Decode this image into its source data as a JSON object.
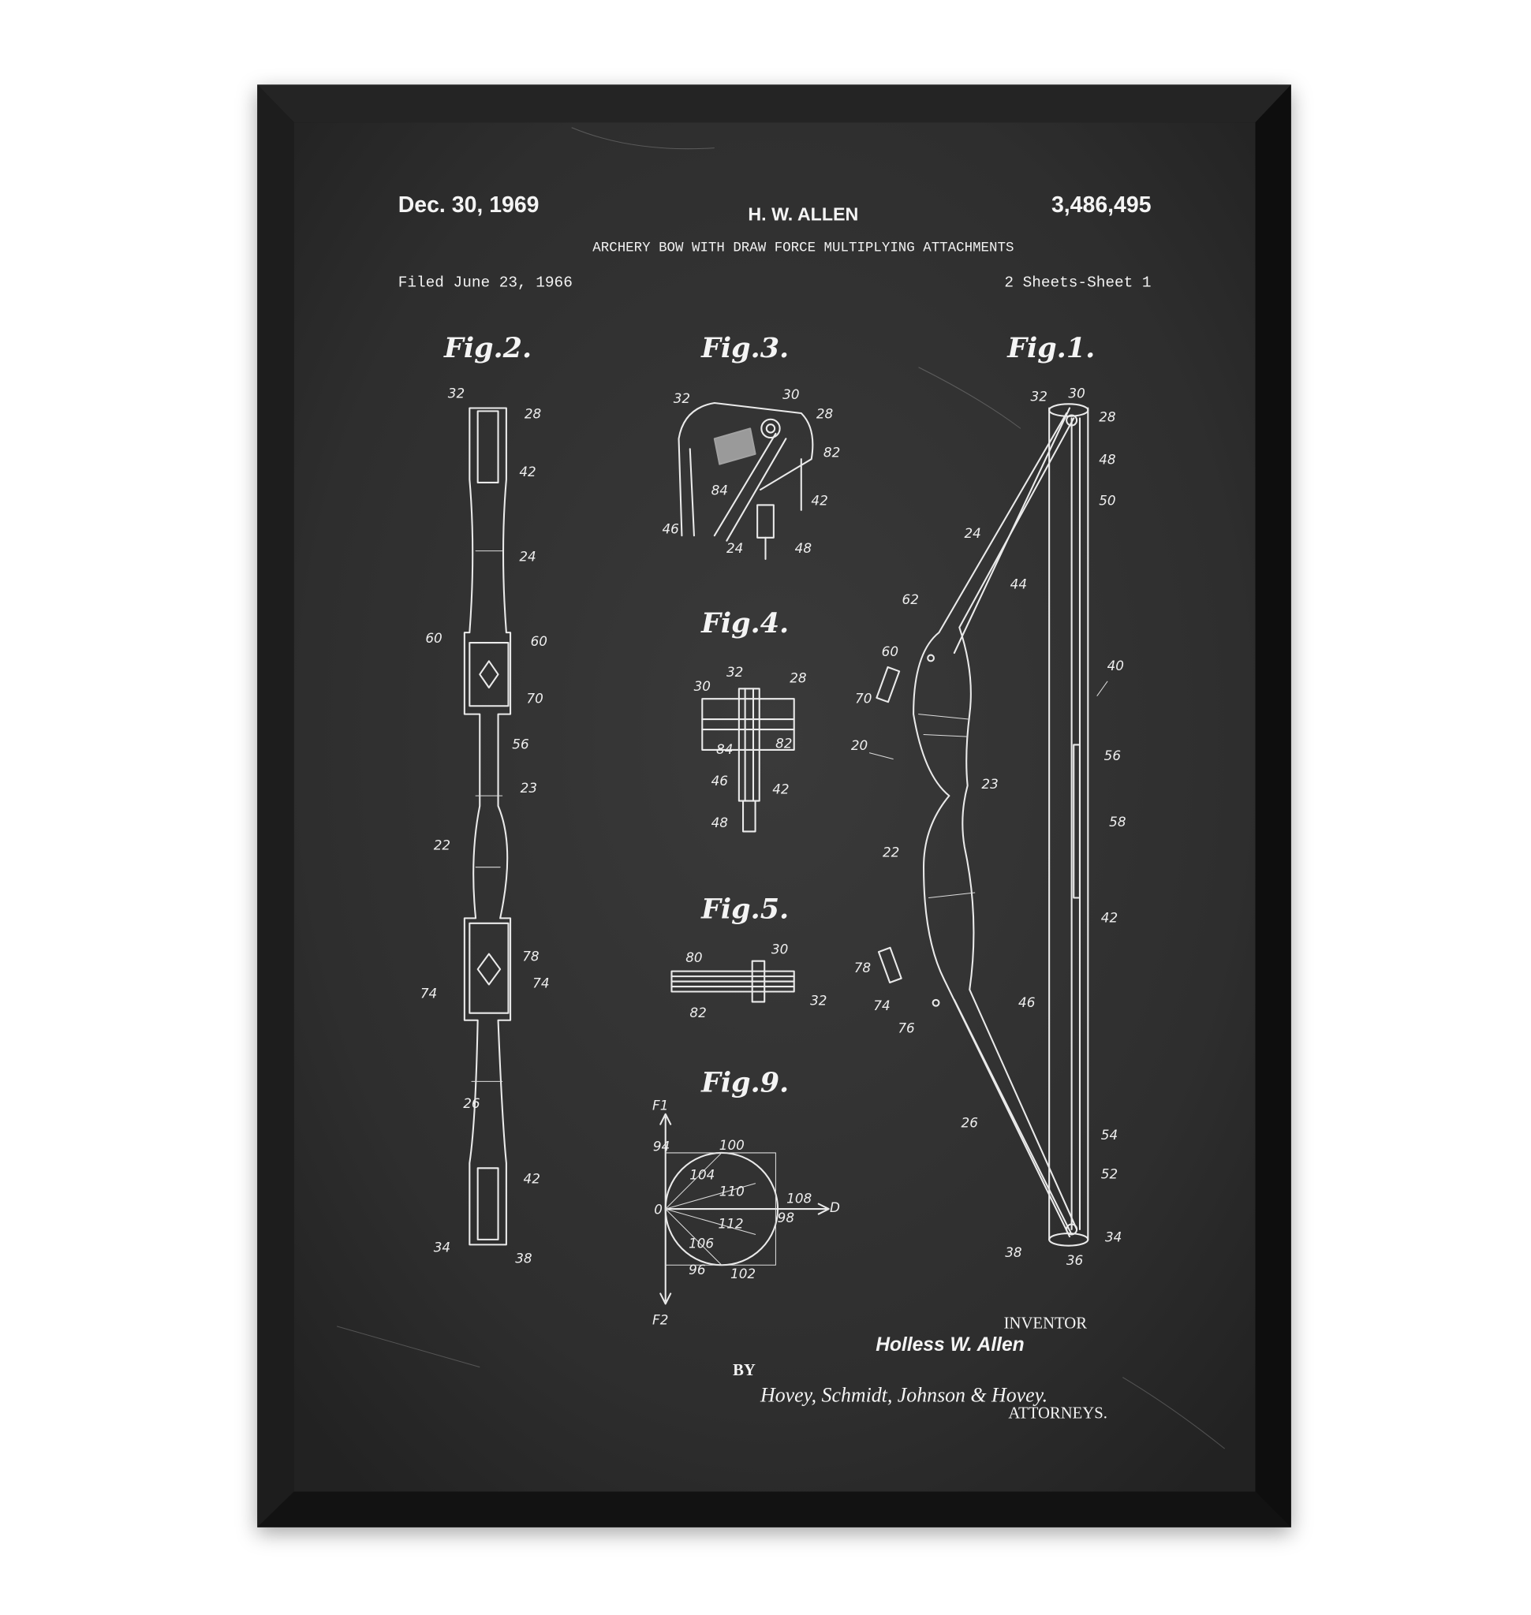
{
  "header": {
    "date": "Dec. 30, 1969",
    "inventor_short": "H. W. ALLEN",
    "patent_number": "3,486,495",
    "title": "ARCHERY BOW WITH DRAW FORCE MULTIPLYING ATTACHMENTS",
    "filed": "Filed June 23, 1966",
    "sheets": "2 Sheets-Sheet 1"
  },
  "figures": {
    "fig2": {
      "label": "Fig.2.",
      "refs": [
        "32",
        "28",
        "42",
        "24",
        "60",
        "60",
        "70",
        "56",
        "23",
        "22",
        "78",
        "74",
        "74",
        "26",
        "42",
        "34",
        "38"
      ]
    },
    "fig3": {
      "label": "Fig.3.",
      "refs": [
        "32",
        "30",
        "28",
        "82",
        "84",
        "42",
        "46",
        "24",
        "48"
      ]
    },
    "fig1": {
      "label": "Fig.1.",
      "refs": [
        "32",
        "30",
        "28",
        "48",
        "50",
        "24",
        "44",
        "62",
        "60",
        "70",
        "40",
        "20",
        "56",
        "23",
        "58",
        "22",
        "42",
        "78",
        "74",
        "46",
        "76",
        "26",
        "54",
        "52",
        "38",
        "36",
        "34"
      ]
    },
    "fig4": {
      "label": "Fig.4.",
      "refs": [
        "30",
        "32",
        "28",
        "84",
        "82",
        "46",
        "42",
        "48"
      ]
    },
    "fig5": {
      "label": "Fig.5.",
      "refs": [
        "80",
        "30",
        "82",
        "32"
      ]
    },
    "fig9": {
      "label": "Fig.9.",
      "refs": [
        "F1",
        "94",
        "100",
        "104",
        "110",
        "108",
        "D",
        "0",
        "98",
        "112",
        "106",
        "96",
        "102",
        "F2"
      ]
    }
  },
  "footer": {
    "inventor_caption": "INVENTOR",
    "inventor_name": "Holless W. Allen",
    "by": "BY",
    "attorneys_signature": "Hovey, Schmidt, Johnson & Hovey.",
    "attorneys_caption": "ATTORNEYS."
  },
  "colors": {
    "frame": "#161616",
    "board": "#303030",
    "ink": "#f2f2f2"
  }
}
